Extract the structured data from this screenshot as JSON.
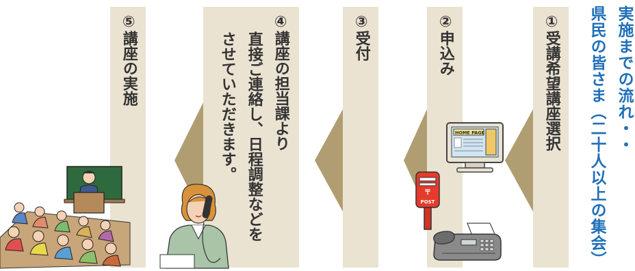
{
  "header": {
    "title_line1": "実施までの流れ・・",
    "title_line2": "県民の皆さま（二十人以上の集会）"
  },
  "steps": [
    {
      "label": "①受講希望講座選択"
    },
    {
      "label": "②申込み"
    },
    {
      "label": "③受付"
    },
    {
      "label_line1": "④講座の担当課より",
      "label_line2": "直接ご連絡し、日程調整などを",
      "label_line3": "させていただきます。"
    },
    {
      "label": "⑤講座の実施"
    }
  ],
  "illustrations": {
    "monitor_text": "HOME PAGE",
    "postbox_text": "POST"
  },
  "colors": {
    "title": "#1f6fb8",
    "panel": "#ebe3d2",
    "arrow": "#b09e72"
  }
}
